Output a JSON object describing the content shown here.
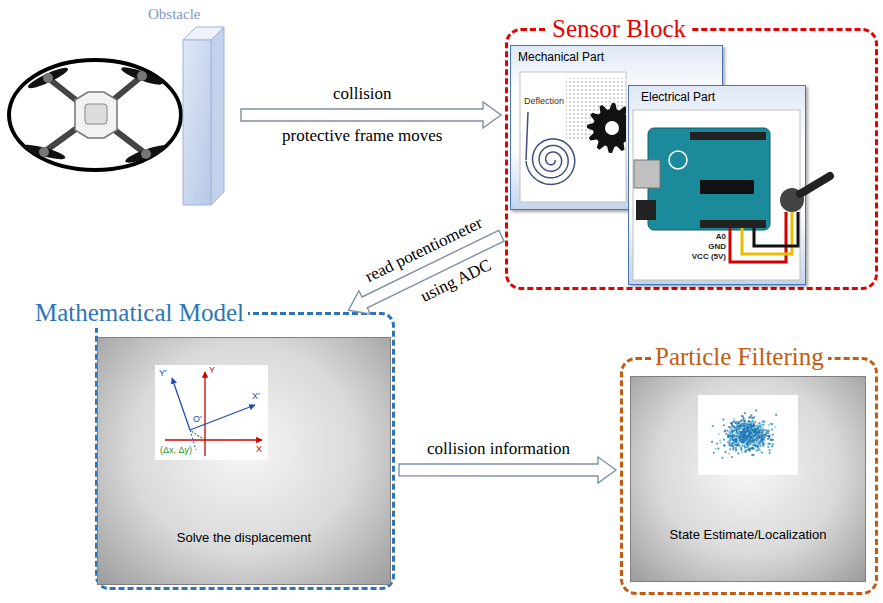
{
  "diagram": {
    "nodes": [
      {
        "text": [
          "Obstacle"
        ]
      },
      {
        "text": [
          "Sensor Block"
        ]
      },
      {
        "text": [
          "Mechanical Part"
        ],
        "in": 1
      },
      {
        "text": [
          "Electrical Part"
        ],
        "in": 1
      },
      {
        "text": [
          "Mathematical Model"
        ]
      },
      {
        "text": [
          "Solve the displacement"
        ],
        "in": 4
      },
      {
        "text": [
          "Particle Filtering"
        ]
      },
      {
        "text": [
          "State Estimate/Localization"
        ],
        "in": 6
      }
    ],
    "edges": [
      {
        "from": 0,
        "to": 1,
        "label": "collision",
        "arrow": "to"
      },
      {
        "from": 1,
        "to": 4,
        "label": "read potentiometer",
        "arrow": "to"
      },
      {
        "from": 4,
        "to": 6,
        "label": "collision information",
        "arrow": "to"
      }
    ],
    "labels": [
      "protective frame moves",
      "using ADC",
      "Deflection",
      "A0",
      "GND",
      "VCC (5V)",
      "Y",
      "X",
      "Y'",
      "X'",
      "O'",
      "(Δx, Δy)"
    ]
  }
}
